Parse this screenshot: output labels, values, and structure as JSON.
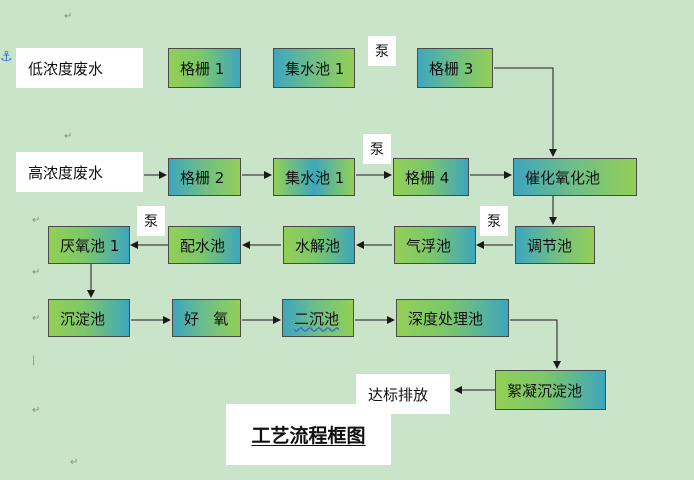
{
  "diagram": {
    "title": "工艺流程框图",
    "nodes": {
      "low_conc": "低浓度废水",
      "screen1": "格栅 1",
      "collect1": "集水池 1",
      "screen3": "格栅 3",
      "high_conc": "高浓度废水",
      "screen2": "格栅 2",
      "collect1b": "集水池 1",
      "screen4": "格栅 4",
      "catalytic": "催化氧化池",
      "regulate": "调节池",
      "flotation": "气浮池",
      "hydrolysis": "水解池",
      "dosing": "配水池",
      "anaerobic": "厌氧池 1",
      "sedimentation": "沉淀池",
      "aerobic": "好   氧",
      "secondary": "二沉池",
      "advanced": "深度处理池",
      "flocculation": "絮凝沉淀池",
      "discharge": "达标排放"
    },
    "pumps": {
      "p1": "泵",
      "p2": "泵",
      "p3": "泵",
      "p4": "泵"
    },
    "edges": [
      [
        "screen3",
        "catalytic"
      ],
      [
        "high_conc",
        "screen2"
      ],
      [
        "screen2",
        "collect1b"
      ],
      [
        "collect1b",
        "screen4"
      ],
      [
        "screen4",
        "catalytic"
      ],
      [
        "catalytic",
        "regulate"
      ],
      [
        "regulate",
        "flotation"
      ],
      [
        "flotation",
        "hydrolysis"
      ],
      [
        "hydrolysis",
        "dosing"
      ],
      [
        "dosing",
        "anaerobic"
      ],
      [
        "anaerobic",
        "sedimentation"
      ],
      [
        "sedimentation",
        "aerobic"
      ],
      [
        "aerobic",
        "secondary"
      ],
      [
        "secondary",
        "advanced"
      ],
      [
        "advanced",
        "flocculation"
      ],
      [
        "flocculation",
        "discharge"
      ]
    ]
  },
  "colors": {
    "background": "#c9e4c9",
    "node_green": "#93cf56",
    "node_blue": "#3ea6bd",
    "arrow": "#1a1a1a"
  }
}
